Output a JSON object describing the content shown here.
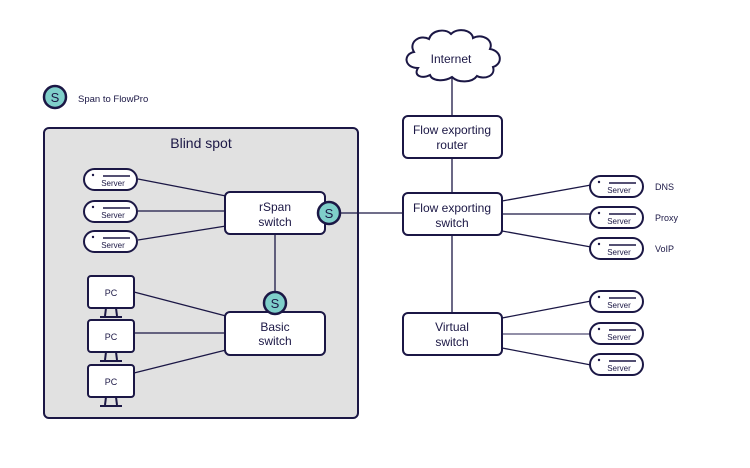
{
  "colors": {
    "stroke": "#1b1745",
    "blind_spot_fill": "#e1e1e1",
    "span_fill": "#7fcfca",
    "box_fill": "#ffffff"
  },
  "legend": {
    "icon_letter": "S",
    "label": "Span to FlowPro"
  },
  "blind_spot": {
    "title": "Blind spot"
  },
  "internet": {
    "label": "Internet"
  },
  "nodes": {
    "router": {
      "line1": "Flow exporting",
      "line2": "router"
    },
    "flow_switch": {
      "line1": "Flow exporting",
      "line2": "switch"
    },
    "rspan_switch": {
      "line1": "rSpan",
      "line2": "switch"
    },
    "basic_switch": {
      "line1": "Basic",
      "line2": "switch"
    },
    "virtual_switch": {
      "line1": "Virtual",
      "line2": "switch"
    }
  },
  "span_badges": {
    "rspan": "S",
    "basic": "S"
  },
  "blind_servers": [
    {
      "label": "Server"
    },
    {
      "label": "Server"
    },
    {
      "label": "Server"
    }
  ],
  "pcs": [
    {
      "label": "PC"
    },
    {
      "label": "PC"
    },
    {
      "label": "PC"
    }
  ],
  "flow_servers": [
    {
      "label": "Server",
      "role": "DNS"
    },
    {
      "label": "Server",
      "role": "Proxy"
    },
    {
      "label": "Server",
      "role": "VoIP"
    }
  ],
  "virtual_servers": [
    {
      "label": "Server"
    },
    {
      "label": "Server"
    },
    {
      "label": "Server"
    }
  ]
}
